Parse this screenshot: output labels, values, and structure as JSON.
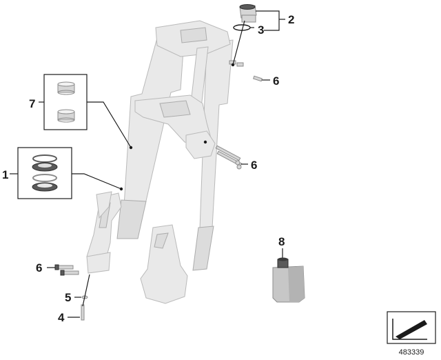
{
  "diagram": {
    "callouts": {
      "c1": "1",
      "c2": "2",
      "c3": "3",
      "c4": "4",
      "c5": "5",
      "c6a": "6",
      "c6b": "6",
      "c6c": "6",
      "c7": "7",
      "c8": "8"
    },
    "document_id": "483339",
    "icons": {
      "fork": "telescopic-fork-illustration",
      "kit1": "seal-kit-icon",
      "kit7": "bushing-pair-icon",
      "oil": "oil-bottle-icon",
      "symbol": "direction-arrow-icon"
    },
    "colors": {
      "line": "#1a1a1a",
      "part_light": "#e9e9e9",
      "part_mid": "#d6d6d6",
      "part_dark": "#5a5a5a"
    }
  }
}
